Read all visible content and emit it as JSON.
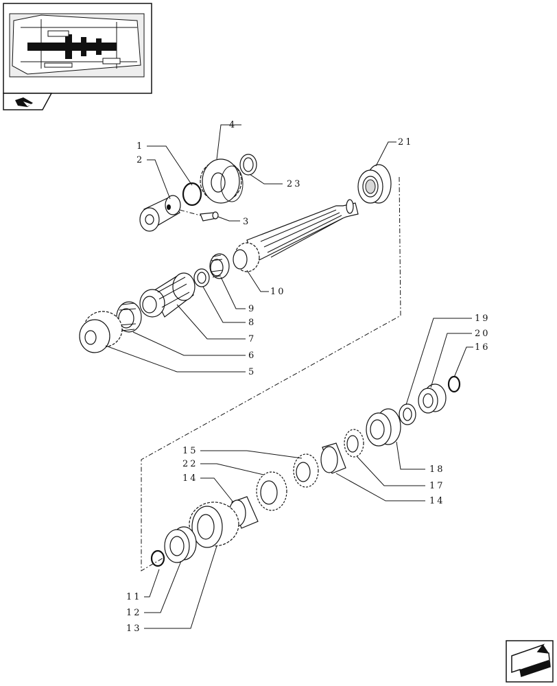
{
  "labels": {
    "l1": "1",
    "l2": "2",
    "l3": "3",
    "l4": "4",
    "l5": "5",
    "l6": "6",
    "l7": "7",
    "l8": "8",
    "l9": "9",
    "l10": "10",
    "l11": "11",
    "l12": "12",
    "l13": "13",
    "l14a": "14",
    "l14b": "14",
    "l15": "15",
    "l16": "16",
    "l17": "17",
    "l18": "18",
    "l19": "19",
    "l20": "20",
    "l21": "21",
    "l22": "22",
    "l23": "23"
  },
  "icons": {
    "thumbnail": "transmission-section-thumbnail",
    "thumb_nav": "book-arrow-icon",
    "page_nav": "next-page-arrow-icon"
  }
}
